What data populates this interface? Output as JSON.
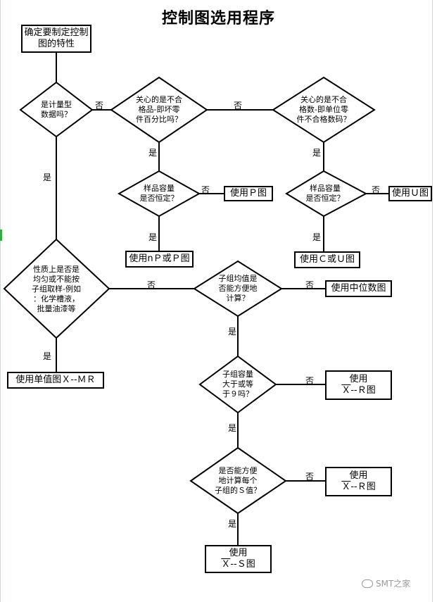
{
  "title": "控制图选用程序",
  "start": {
    "line1": "确定要制定控制",
    "line2": "图的特性"
  },
  "decisions": {
    "d1": [
      "是计量型",
      "数据吗？"
    ],
    "d2": [
      "关心的是不合",
      "格品-即坏零",
      "件百分比吗？"
    ],
    "d3": [
      "关心的是不合",
      "格数-即单位零",
      "件不合格数码？"
    ],
    "d4": [
      "样品容量",
      "是否恒定？"
    ],
    "d5": [
      "样品容量",
      "是否恒定？"
    ],
    "d6": [
      "性质上是否是",
      "均匀或不能按",
      "子组取样-例如",
      "：化学槽液，",
      "批量油漆等"
    ],
    "d7": [
      "子组均值是",
      "否能方便地",
      "计算？"
    ],
    "d8": [
      "子组容量",
      "大于或等",
      "于９吗？"
    ],
    "d9": [
      "是否能方便",
      "地计算每个",
      "子组的Ｓ值？"
    ]
  },
  "results": {
    "p_chart": "使用Ｐ图",
    "u_chart": "使用Ｕ图",
    "np_p_chart": "使用nＰ或Ｐ图",
    "c_u_chart": "使用Ｃ或Ｕ图",
    "median_chart": "使用中位数图",
    "xmr_chart": "使用单值图Ｘ--ＭＲ",
    "xr_chart_1": {
      "line1": "使用",
      "xbar": "Ｘ",
      "rest": "--Ｒ图"
    },
    "xr_chart_2": {
      "line1": "使用",
      "xbar": "Ｘ",
      "rest": "--Ｒ图"
    },
    "xs_chart": {
      "line1": "使用",
      "xbar": "Ｘ",
      "rest": "--Ｓ图"
    }
  },
  "labels": {
    "yes": "是",
    "no": "否"
  },
  "watermark": "SMT之家"
}
